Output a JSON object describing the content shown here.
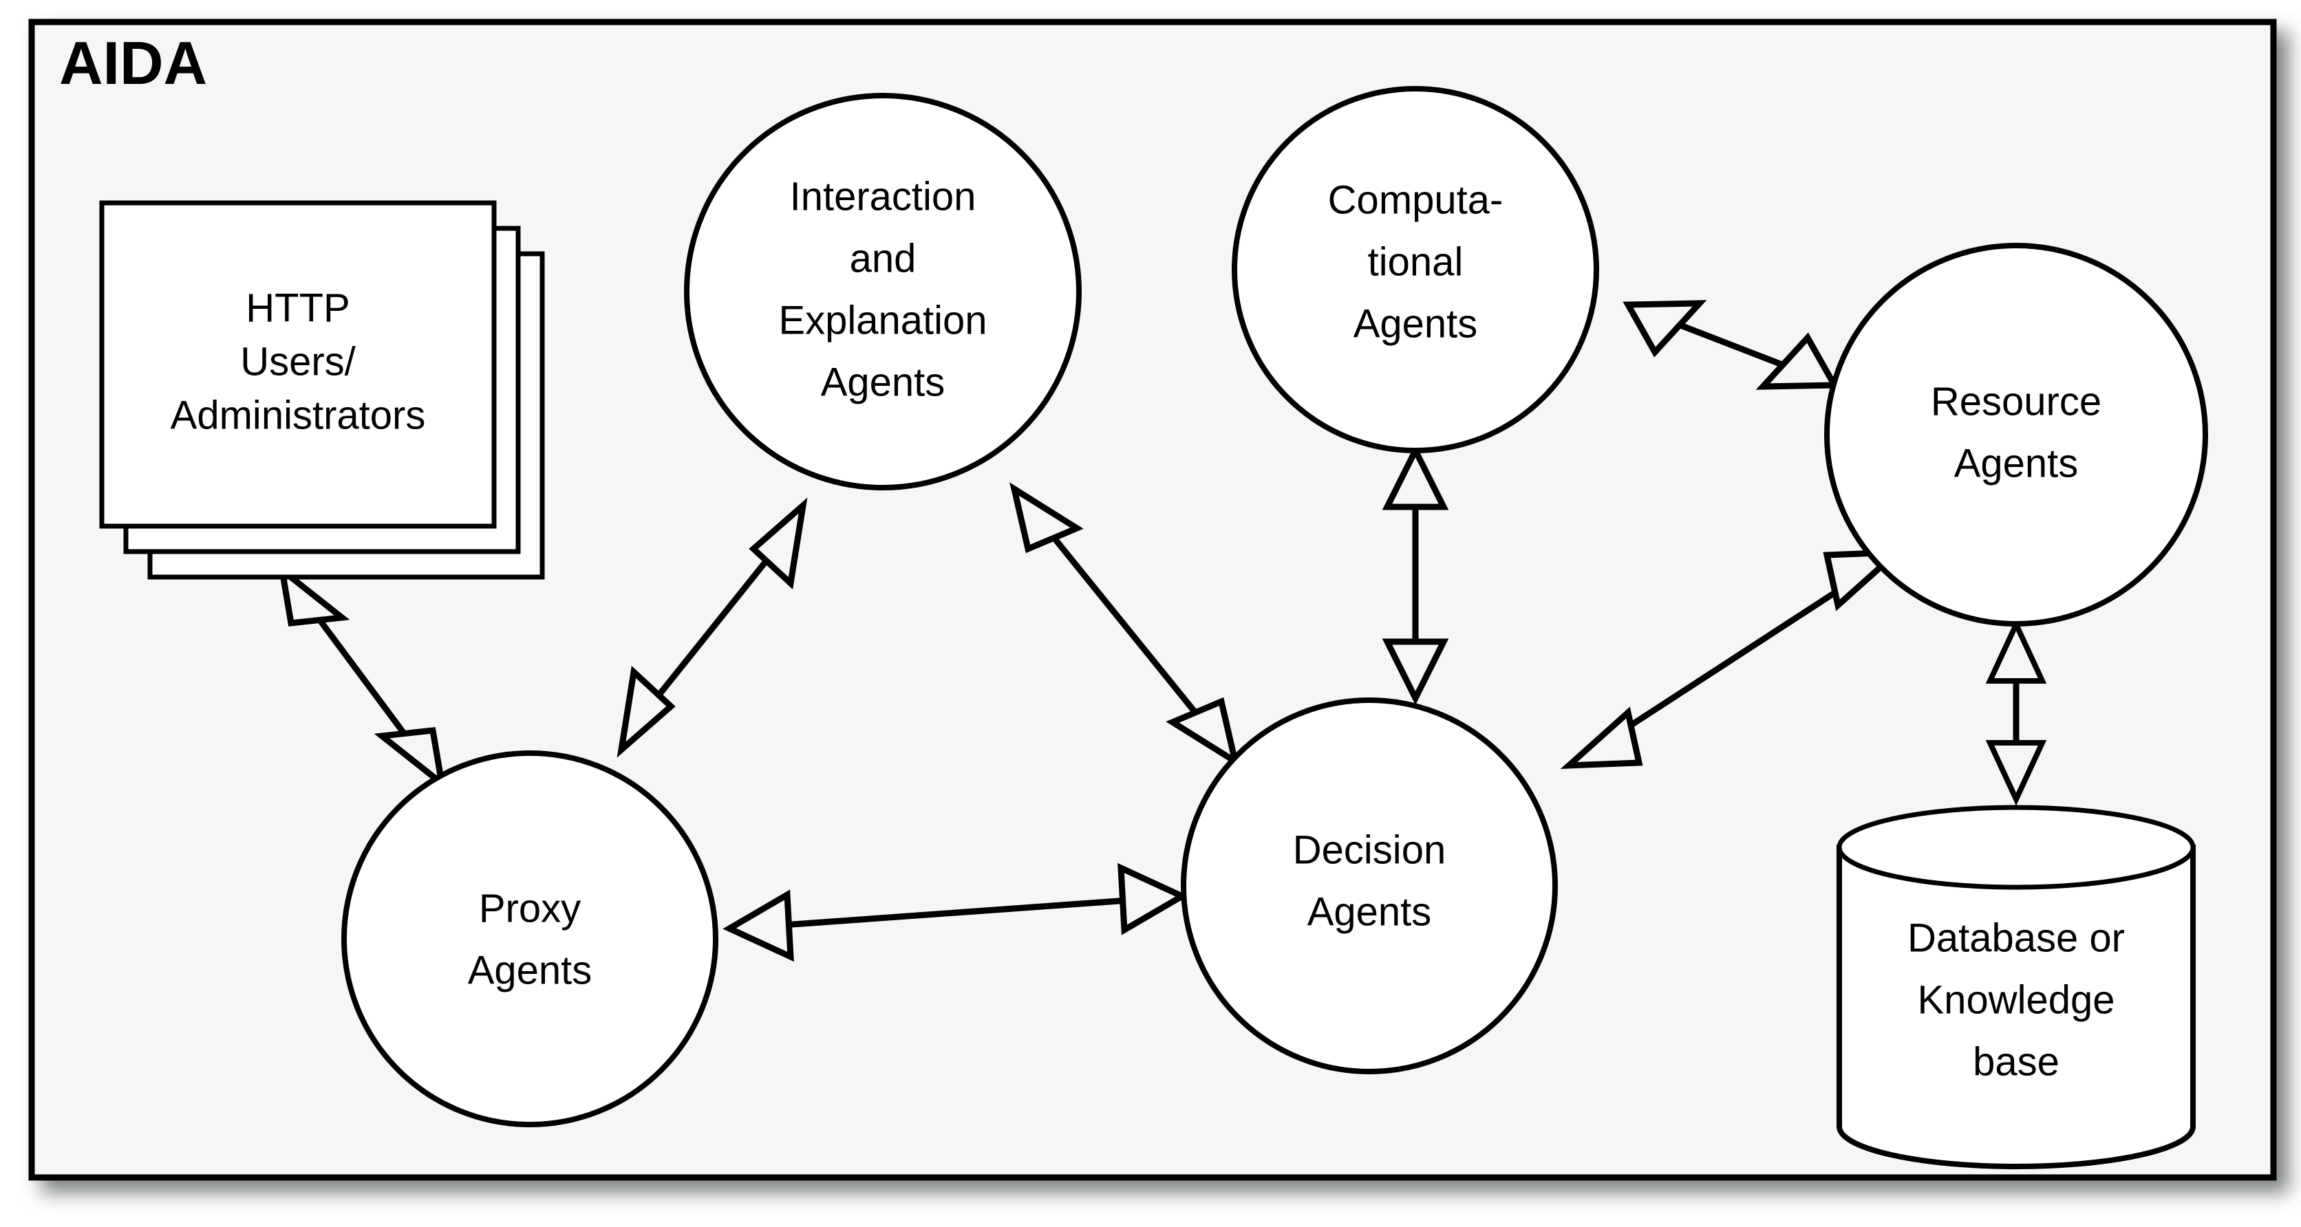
{
  "diagram": {
    "title": "AIDA",
    "background_color": "#f4f6f8",
    "line_color": "#000000",
    "node_fill": "#ffffff",
    "nodes": {
      "http_users": {
        "kind": "stacked-document",
        "line1": "HTTP",
        "line2": "Users/",
        "line3": "Administrators"
      },
      "interaction_agents": {
        "kind": "circle",
        "line1": "Interaction",
        "line2": "and",
        "line3": "Explanation",
        "line4": "Agents"
      },
      "computational_agents": {
        "kind": "circle",
        "line1": "Computa-",
        "line2": "tional",
        "line3": "Agents"
      },
      "resource_agents": {
        "kind": "circle",
        "line1": "Resource",
        "line2": "Agents"
      },
      "proxy_agents": {
        "kind": "circle",
        "line1": "Proxy",
        "line2": "Agents"
      },
      "decision_agents": {
        "kind": "circle",
        "line1": "Decision",
        "line2": "Agents"
      },
      "database": {
        "kind": "cylinder",
        "line1": "Database or",
        "line2": "Knowledge",
        "line3": "base"
      }
    },
    "edges": [
      {
        "from": "http_users",
        "to": "proxy_agents",
        "arrows": "both"
      },
      {
        "from": "interaction_agents",
        "to": "proxy_agents",
        "arrows": "both"
      },
      {
        "from": "interaction_agents",
        "to": "decision_agents",
        "arrows": "both"
      },
      {
        "from": "computational_agents",
        "to": "decision_agents",
        "arrows": "both"
      },
      {
        "from": "computational_agents",
        "to": "resource_agents",
        "arrows": "both"
      },
      {
        "from": "resource_agents",
        "to": "decision_agents",
        "arrows": "both"
      },
      {
        "from": "resource_agents",
        "to": "database",
        "arrows": "both"
      },
      {
        "from": "proxy_agents",
        "to": "decision_agents",
        "arrows": "both"
      }
    ]
  }
}
